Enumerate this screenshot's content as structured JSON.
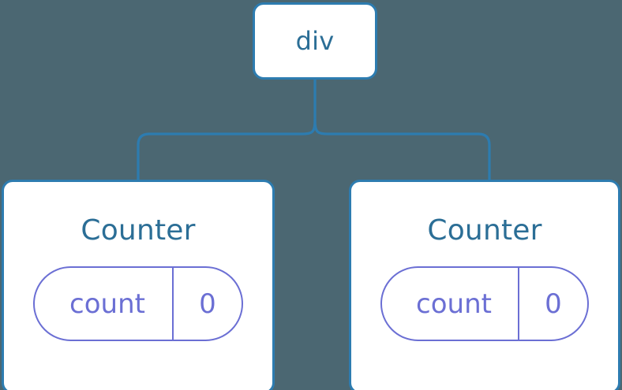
{
  "diagram": {
    "type": "component-tree",
    "background_color": "#4b6772",
    "node_border_color": "#2d7cb0",
    "node_fill_color": "#ffffff",
    "node_text_color": "#2b6e96",
    "pill_color": "#6b6fd4",
    "connector_color": "#2d7cb0",
    "root": {
      "label": "div"
    },
    "children": [
      {
        "label": "Counter",
        "state": {
          "key": "count",
          "value": "0"
        }
      },
      {
        "label": "Counter",
        "state": {
          "key": "count",
          "value": "0"
        }
      }
    ]
  }
}
